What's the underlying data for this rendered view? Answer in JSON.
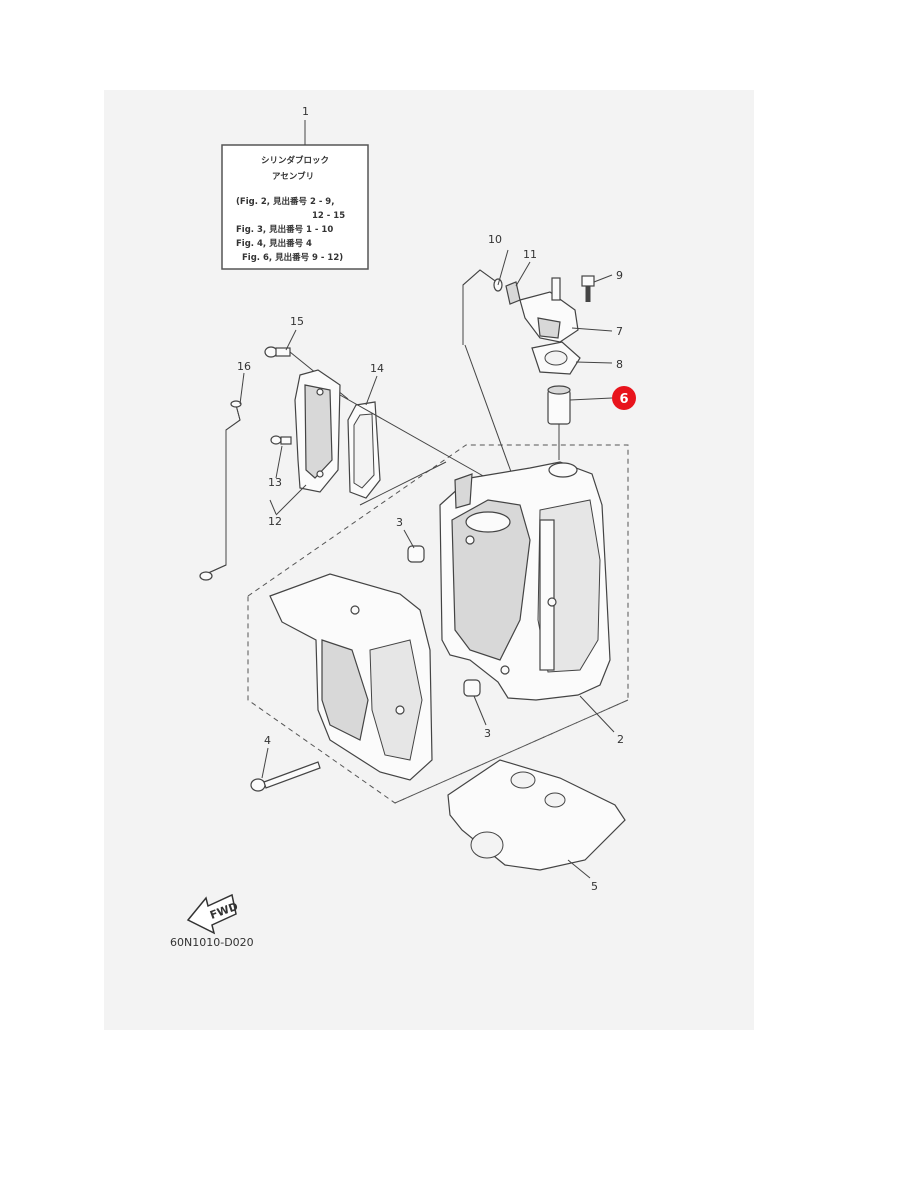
{
  "assembly_box": {
    "lines": [
      "シリンダブロック",
      "アセンブリ",
      "(Fig. 2, 見出番号 2 - 9,",
      "12 - 15",
      "Fig. 3, 見出番号 1 - 10",
      "Fig. 4, 見出番号 4",
      "Fig. 6, 見出番号 9 - 12)"
    ]
  },
  "callouts": {
    "c1": "1",
    "c2": "2",
    "c3a": "3",
    "c3b": "3",
    "c4": "4",
    "c5": "5",
    "c6": "6",
    "c7": "7",
    "c8": "8",
    "c9": "9",
    "c10": "10",
    "c11": "11",
    "c12": "12",
    "c13": "13",
    "c14": "14",
    "c15": "15",
    "c16": "16"
  },
  "fwd_label": "FWD",
  "diagram_code": "60N1010-D020",
  "highlight_color": "#e8141c"
}
